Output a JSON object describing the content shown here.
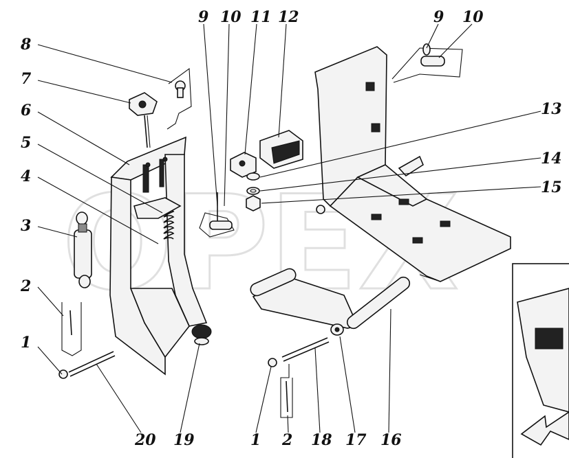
{
  "watermark": "OPEX",
  "callouts": [
    {
      "id": "c8",
      "text": "8"
    },
    {
      "id": "c7",
      "text": "7"
    },
    {
      "id": "c6",
      "text": "6"
    },
    {
      "id": "c5",
      "text": "5"
    },
    {
      "id": "c4",
      "text": "4"
    },
    {
      "id": "c3",
      "text": "3"
    },
    {
      "id": "c2a",
      "text": "2"
    },
    {
      "id": "c1a",
      "text": "1"
    },
    {
      "id": "c20",
      "text": "20"
    },
    {
      "id": "c19",
      "text": "19"
    },
    {
      "id": "c1b",
      "text": "1"
    },
    {
      "id": "c2b",
      "text": "2"
    },
    {
      "id": "c18",
      "text": "18"
    },
    {
      "id": "c17",
      "text": "17"
    },
    {
      "id": "c16",
      "text": "16"
    },
    {
      "id": "c9a",
      "text": "9"
    },
    {
      "id": "c10a",
      "text": "10"
    },
    {
      "id": "c11",
      "text": "11"
    },
    {
      "id": "c12",
      "text": "12"
    },
    {
      "id": "c9b",
      "text": "9"
    },
    {
      "id": "c10b",
      "text": "10"
    },
    {
      "id": "c13",
      "text": "13"
    },
    {
      "id": "c14",
      "text": "14"
    },
    {
      "id": "c15",
      "text": "15"
    }
  ]
}
